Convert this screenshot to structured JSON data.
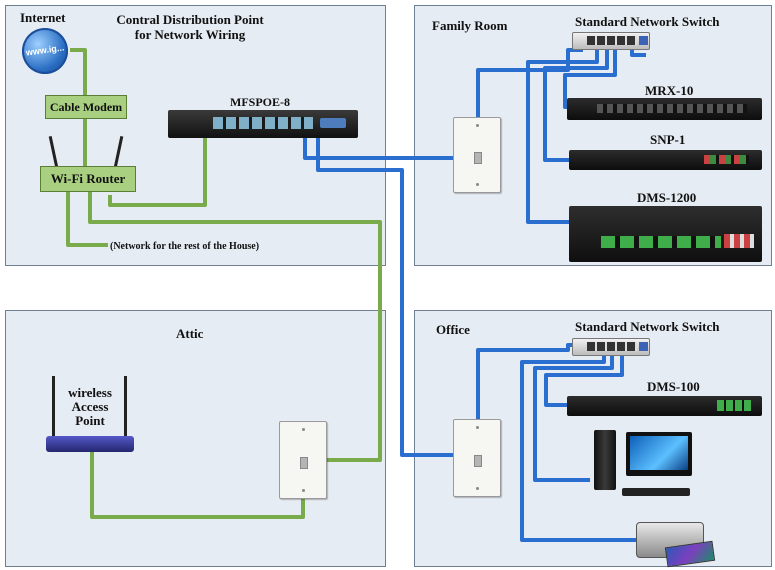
{
  "rooms": {
    "distribution": {
      "title_line1": "Contral Distribution Point",
      "title_line2": "for Network Wiring"
    },
    "family_room": {
      "title": "Family Room"
    },
    "attic": {
      "title": "Attic"
    },
    "office": {
      "title": "Office"
    }
  },
  "labels": {
    "internet": "Internet",
    "cable_modem": "Cable Modem",
    "wifi_router": "Wi-Fi Router",
    "house_network": "(Network for the rest of the House)",
    "mfspoe": "MFSPOE-8",
    "standard_switch_family": "Standard Network Switch",
    "mrx10": "MRX-10",
    "snp1": "SNP-1",
    "dms1200": "DMS-1200",
    "standard_switch_office": "Standard Network Switch",
    "dms100": "DMS-100",
    "wap_line1": "wireless",
    "wap_line2": "Access",
    "wap_line3": "Point",
    "globe_text": "www.ig..."
  },
  "colors": {
    "room_bg": "#e6ecf3",
    "green_cable": "#7aab4a",
    "blue_cable": "#2a6fd0",
    "box_green": "#a9cf80"
  }
}
